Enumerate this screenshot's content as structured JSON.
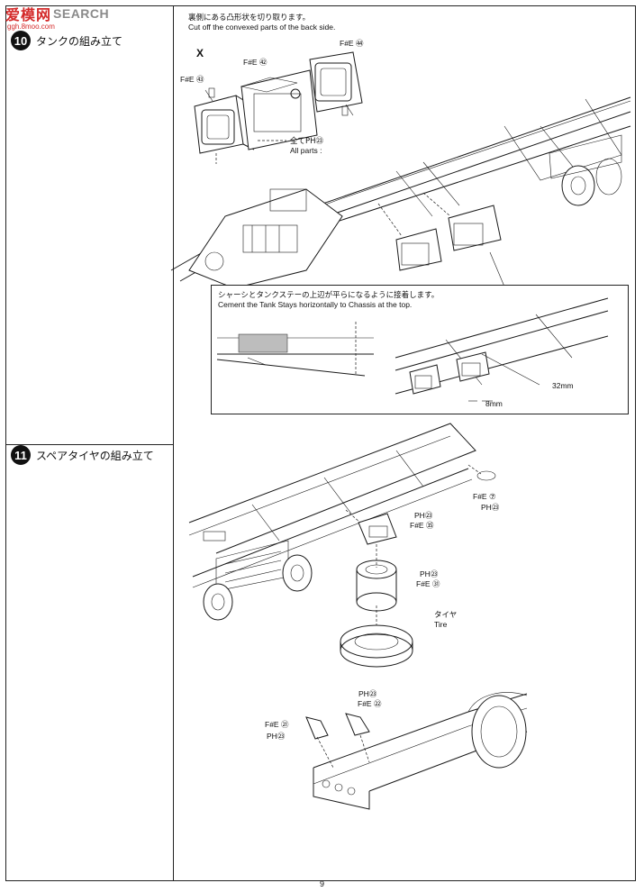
{
  "watermark": {
    "cn": "爱模网",
    "en": "SEARCH",
    "url": "ggh.8moo.com"
  },
  "step10": {
    "number": "10",
    "title": "タンクの組み立て",
    "note_jp": "裏側にある凸形状を切り取ります。",
    "note_en": "Cut off the convexed parts of the back side.",
    "cut_mark": "X",
    "parts": [
      {
        "code": "F#E",
        "num": "㊹"
      },
      {
        "code": "F#E",
        "num": "㊷"
      },
      {
        "code": "F#E",
        "num": "㊸"
      }
    ],
    "all_parts_jp": "全て",
    "all_parts_en": "All parts :",
    "all_parts_ref": "PH㉓",
    "callout_jp": "シャーシとタンクステーの上辺が平らになるように接着します。",
    "callout_en": "Cement the Tank Stays horizontally to Chassis at the top.",
    "dim_a": "32mm",
    "dim_b": "8mm"
  },
  "step11": {
    "number": "11",
    "title": "スペアタイヤの組み立て",
    "parts_a": [
      {
        "code": "F#E",
        "num": "⑦"
      },
      {
        "code": "PH",
        "num": "㉓"
      }
    ],
    "parts_b": [
      {
        "code": "PH",
        "num": "㉓"
      },
      {
        "code": "F#E",
        "num": "㉟"
      }
    ],
    "parts_c": [
      {
        "code": "PH",
        "num": "㉓"
      },
      {
        "code": "F#E",
        "num": "㉛"
      }
    ],
    "tire_jp": "タイヤ",
    "tire_en": "Tire",
    "parts_d": [
      {
        "code": "PH",
        "num": "㉓"
      },
      {
        "code": "F#E",
        "num": "㉒"
      }
    ],
    "parts_e": [
      {
        "code": "F#E",
        "num": "㉑"
      },
      {
        "code": "PH",
        "num": "㉓"
      }
    ]
  },
  "page": {
    "number": "9"
  },
  "colors": {
    "line": "#1a1a1a",
    "watermark_red": "#d42a2a",
    "watermark_gray": "#8a8a8a"
  }
}
